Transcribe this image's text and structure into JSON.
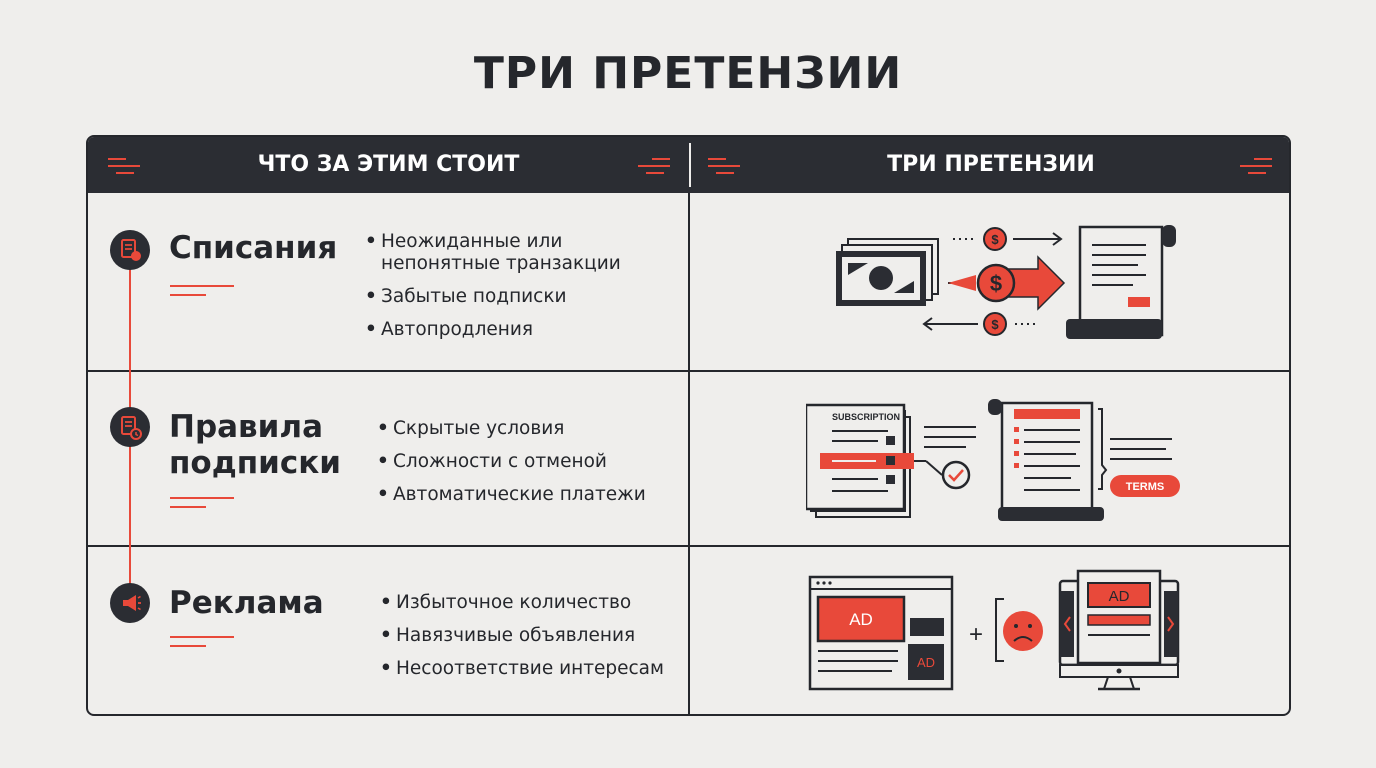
{
  "title": "ТРИ ПРЕТЕНЗИИ",
  "header": {
    "left": "ЧТО ЗА ЭТИМ СТОИТ",
    "right": "ТРИ ПРЕТЕНЗИИ"
  },
  "rows": [
    {
      "name": "Списания",
      "icon": "receipt-coin-icon",
      "bullets": [
        "Неожиданные или\nнепонятные транзакции",
        "Забытые подписки",
        "Автопродления"
      ]
    },
    {
      "name": "Правила\nподписки",
      "icon": "document-clock-icon",
      "bullets": [
        "Скрытые условия",
        "Сложности с отменой",
        "Автоматические платежи"
      ]
    },
    {
      "name": "Реклама",
      "icon": "megaphone-icon",
      "bullets": [
        "Избыточное количество",
        "Навязчивые объявления",
        "Несоответствие интересам"
      ]
    }
  ],
  "illustrations": {
    "money_symbol": "$",
    "subscription_label": "SUBSCRIPTION",
    "terms_label": "TERMS",
    "ad_label": "AD",
    "plus": "+"
  },
  "colors": {
    "dark": "#2b2d33",
    "accent": "#e8493a",
    "background": "#efeeec"
  }
}
